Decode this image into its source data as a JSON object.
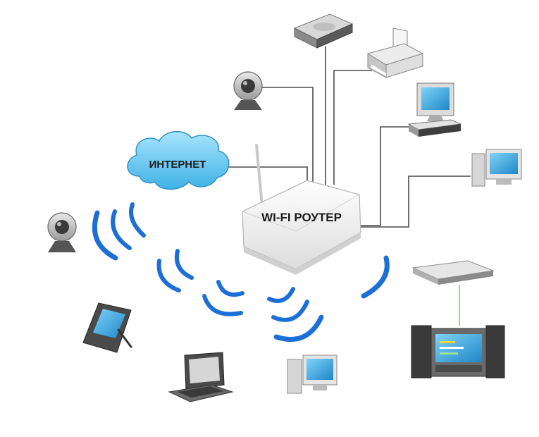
{
  "labels": {
    "internet": "ИНТЕРНЕТ",
    "router": "WI-FI РОУТЕР"
  },
  "colors": {
    "cloud": "#5cc6ec",
    "cloud_edge": "#2a8fc4",
    "wifi_arc": "#1c6fd6",
    "wire": "#4a4a4a",
    "router_body": "#f4f4f4",
    "screen": "#3aa7e0",
    "speaker": "#3a3a3a",
    "link_green": "#6fc46f"
  },
  "devices": [
    {
      "name": "hard-drive",
      "icon": "hard-drive-icon",
      "wired": true
    },
    {
      "name": "printer",
      "icon": "printer-icon",
      "wired": true
    },
    {
      "name": "webcam-top",
      "icon": "webcam-icon",
      "wired": true
    },
    {
      "name": "desktop-pc",
      "icon": "desktop-computer-icon",
      "wired": true
    },
    {
      "name": "desktop-pc-right",
      "icon": "desktop-computer-icon",
      "wired": true
    },
    {
      "name": "webcam-left",
      "icon": "webcam-icon",
      "wired": false
    },
    {
      "name": "pda",
      "icon": "pda-icon",
      "wired": false
    },
    {
      "name": "laptop",
      "icon": "laptop-icon",
      "wired": false
    },
    {
      "name": "desktop-pc-bottom",
      "icon": "desktop-computer-icon",
      "wired": false
    },
    {
      "name": "media-center",
      "icon": "stereo-system-icon",
      "wired": false
    }
  ]
}
